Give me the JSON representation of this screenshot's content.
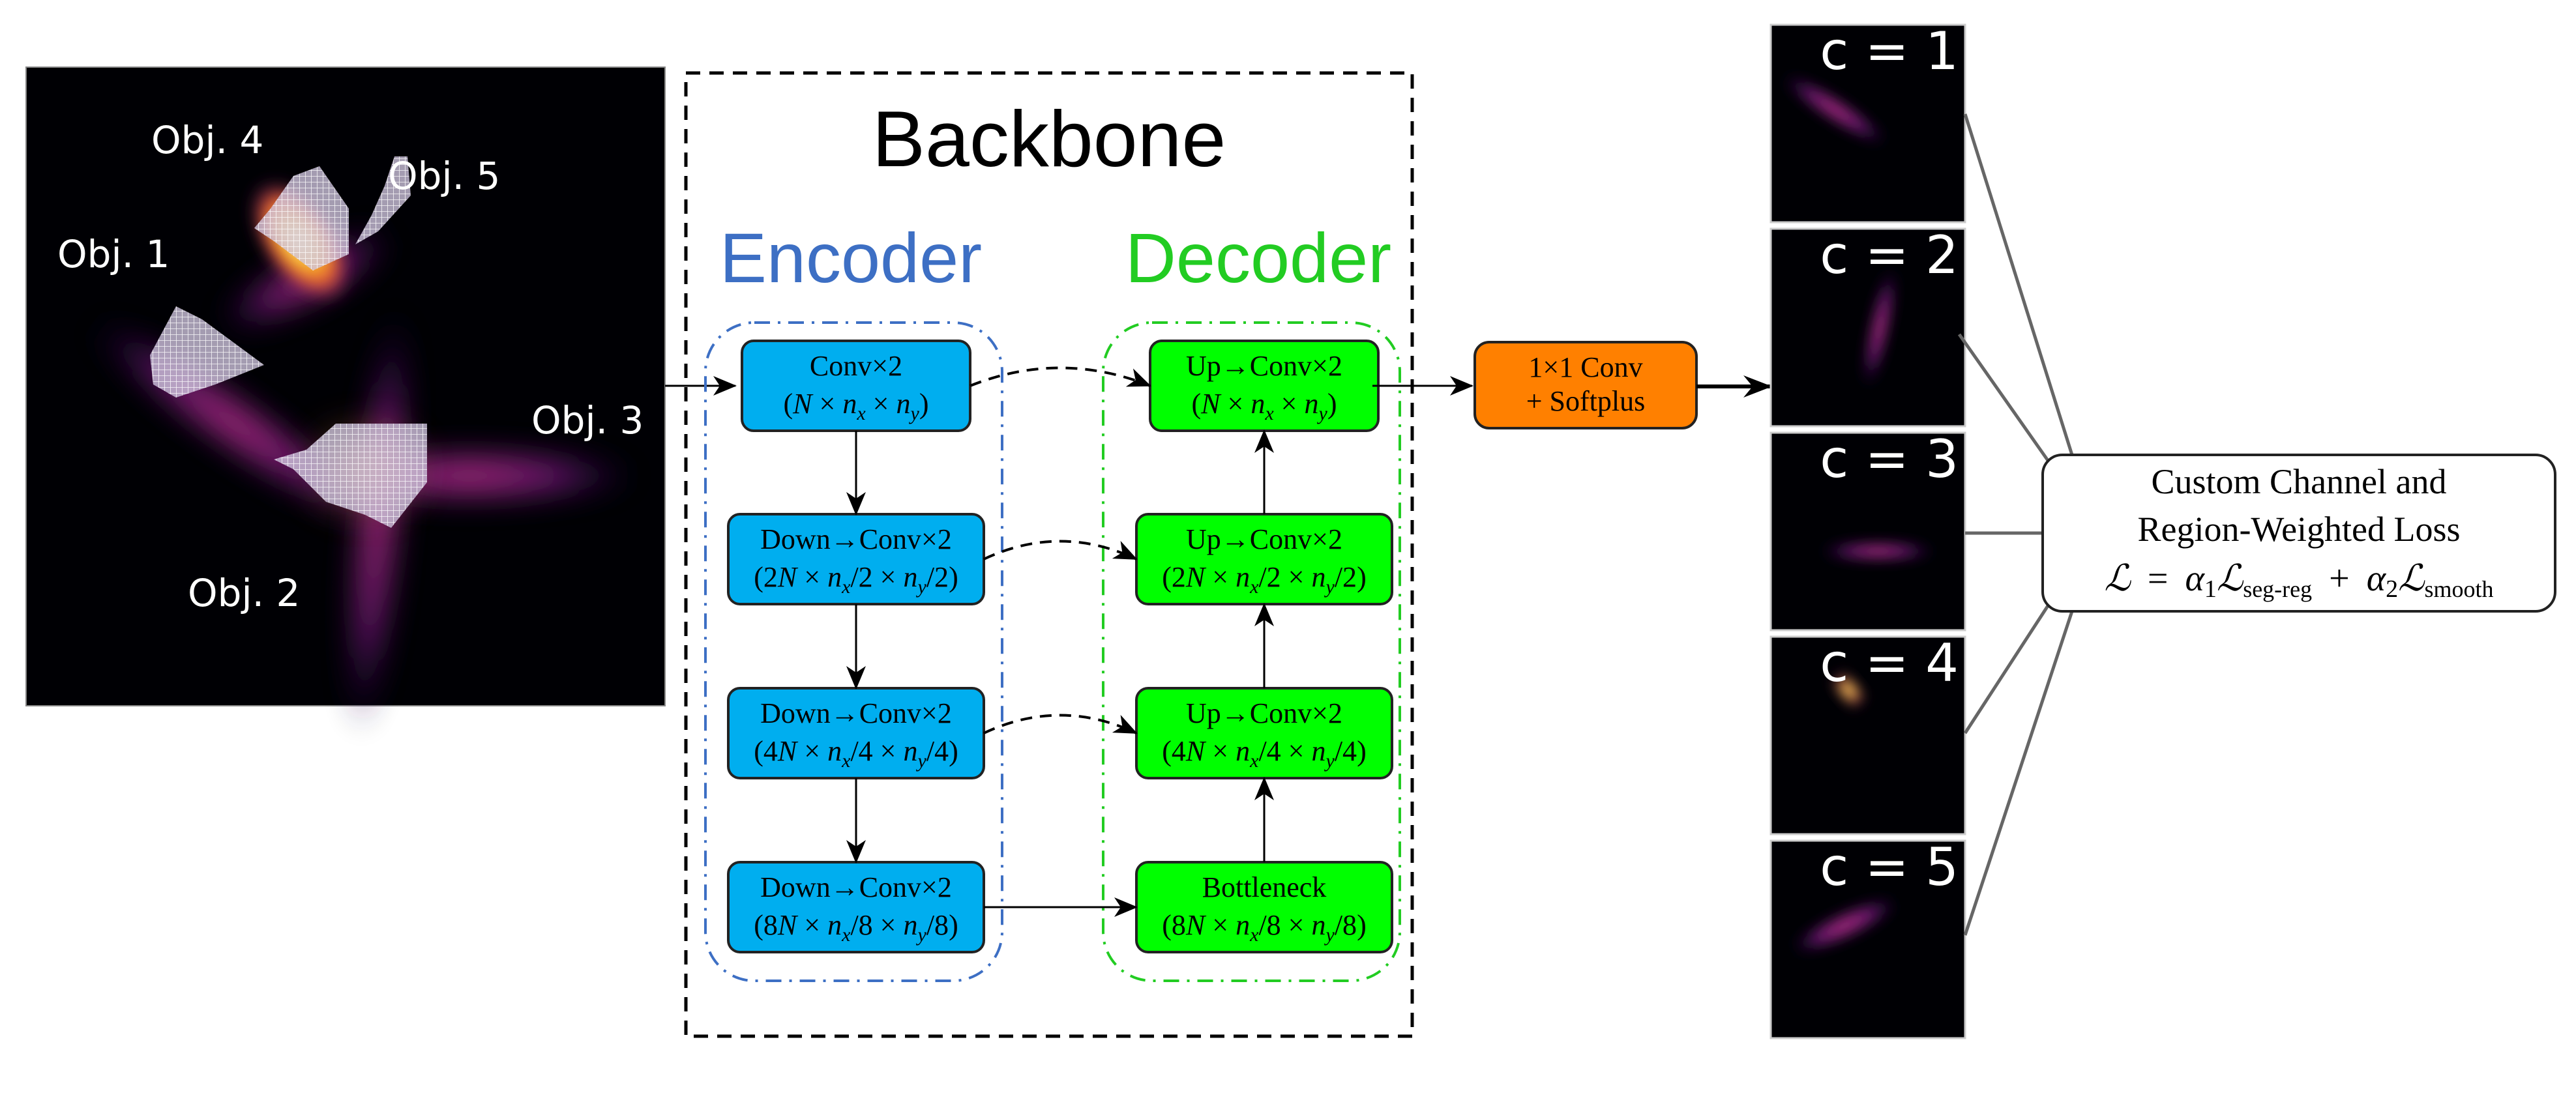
{
  "input_image": {
    "description": "Input heatmap with five overlapping objects and hatched segmentation regions",
    "labels": [
      "Obj. 1",
      "Obj. 2",
      "Obj. 3",
      "Obj. 4",
      "Obj. 5"
    ]
  },
  "backbone": {
    "title": "Backbone",
    "encoder": {
      "title": "Encoder",
      "color": "#3d6fc4",
      "box_fill": "#00aeef",
      "blocks": [
        {
          "op": "Conv×2",
          "prefix": "(",
          "ch": "N",
          "sx": "n",
          "sxsub": "x",
          "sy": "n",
          "sysub": "y",
          "div": "",
          "suffix": ")"
        },
        {
          "op": "Down→Conv×2",
          "prefix": "(",
          "ch": "2N",
          "sx": "n",
          "sxsub": "x",
          "sy": "n",
          "sysub": "y",
          "div": "2",
          "suffix": ")"
        },
        {
          "op": "Down→Conv×2",
          "prefix": "(",
          "ch": "4N",
          "sx": "n",
          "sxsub": "x",
          "sy": "n",
          "sysub": "y",
          "div": "4",
          "suffix": ")"
        },
        {
          "op": "Down→Conv×2",
          "prefix": "(",
          "ch": "8N",
          "sx": "n",
          "sxsub": "x",
          "sy": "n",
          "sysub": "y",
          "div": "8",
          "suffix": ")"
        }
      ]
    },
    "decoder": {
      "title": "Decoder",
      "color": "#22cc22",
      "box_fill": "#00ff00",
      "blocks": [
        {
          "op": "Up→Conv×2",
          "ch": "N",
          "div": ""
        },
        {
          "op": "Up→Conv×2",
          "ch": "2N",
          "div": "2"
        },
        {
          "op": "Up→Conv×2",
          "ch": "4N",
          "div": "4"
        },
        {
          "op": "Bottleneck",
          "ch": "8N",
          "div": "8"
        }
      ]
    },
    "times": "×"
  },
  "head": {
    "line1": "1×1 Conv",
    "line2": "+ Softplus",
    "fill": "#ff8000"
  },
  "channels": [
    {
      "label": "c = 1"
    },
    {
      "label": "c = 2"
    },
    {
      "label": "c = 3"
    },
    {
      "label": "c = 4"
    },
    {
      "label": "c = 5"
    }
  ],
  "loss": {
    "line1": "Custom Channel and",
    "line2": "Region-Weighted Loss",
    "eq_L": "ℒ",
    "eq_eq": "=",
    "eq_a1": "α",
    "eq_a1_sub": "1",
    "eq_L1": "ℒ",
    "eq_L1_sub": "seg-reg",
    "eq_plus": "+",
    "eq_a2": "α",
    "eq_a2_sub": "2",
    "eq_L2": "ℒ",
    "eq_L2_sub": "smooth"
  }
}
